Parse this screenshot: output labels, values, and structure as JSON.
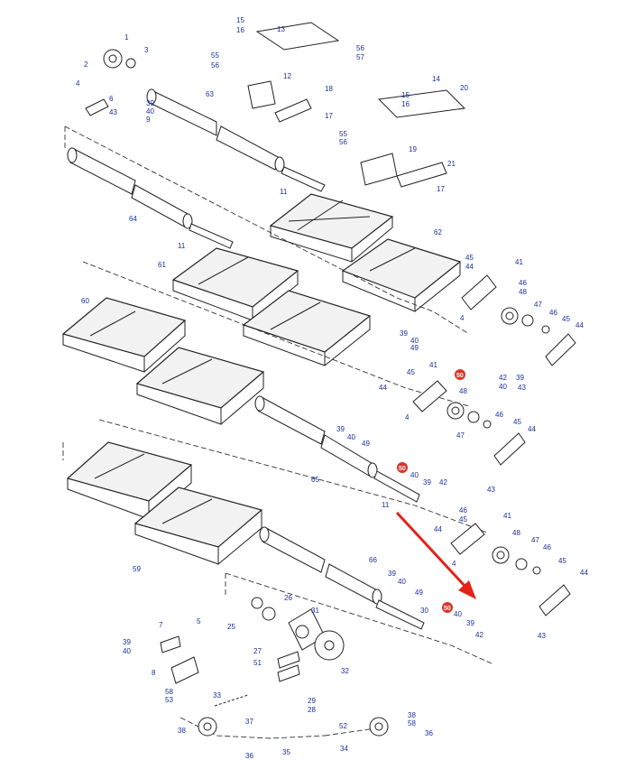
{
  "diagram": {
    "callouts": [
      {
        "label": "1"
      },
      {
        "label": "2"
      },
      {
        "label": "3"
      },
      {
        "label": "4"
      },
      {
        "label": "6"
      },
      {
        "label": "43"
      },
      {
        "label": "39"
      },
      {
        "label": "40"
      },
      {
        "label": "9"
      },
      {
        "label": "15"
      },
      {
        "label": "16"
      },
      {
        "label": "13"
      },
      {
        "label": "55"
      },
      {
        "label": "56"
      },
      {
        "label": "12"
      },
      {
        "label": "56"
      },
      {
        "label": "57"
      },
      {
        "label": "18"
      },
      {
        "label": "17"
      },
      {
        "label": "63"
      },
      {
        "label": "14"
      },
      {
        "label": "15"
      },
      {
        "label": "16"
      },
      {
        "label": "20"
      },
      {
        "label": "55"
      },
      {
        "label": "56"
      },
      {
        "label": "19"
      },
      {
        "label": "21"
      },
      {
        "label": "17"
      },
      {
        "label": "11"
      },
      {
        "label": "64"
      },
      {
        "label": "11"
      },
      {
        "label": "62"
      },
      {
        "label": "61"
      },
      {
        "label": "60"
      },
      {
        "label": "45"
      },
      {
        "label": "44"
      },
      {
        "label": "41"
      },
      {
        "label": "46"
      },
      {
        "label": "48"
      },
      {
        "label": "47"
      },
      {
        "label": "46"
      },
      {
        "label": "45"
      },
      {
        "label": "44"
      },
      {
        "label": "4"
      },
      {
        "label": "39"
      },
      {
        "label": "40"
      },
      {
        "label": "49"
      },
      {
        "label": "41"
      },
      {
        "label": "42"
      },
      {
        "label": "43"
      },
      {
        "label": "39"
      },
      {
        "label": "40"
      },
      {
        "label": "44"
      },
      {
        "label": "45"
      },
      {
        "label": "48"
      },
      {
        "label": "4"
      },
      {
        "label": "47"
      },
      {
        "label": "46"
      },
      {
        "label": "45"
      },
      {
        "label": "44"
      },
      {
        "label": "39"
      },
      {
        "label": "40"
      },
      {
        "label": "49"
      },
      {
        "label": "65"
      },
      {
        "label": "40"
      },
      {
        "label": "39"
      },
      {
        "label": "42"
      },
      {
        "label": "43"
      },
      {
        "label": "11"
      },
      {
        "label": "46"
      },
      {
        "label": "41"
      },
      {
        "label": "59"
      },
      {
        "label": "44"
      },
      {
        "label": "45"
      },
      {
        "label": "48"
      },
      {
        "label": "4"
      },
      {
        "label": "47"
      },
      {
        "label": "46"
      },
      {
        "label": "45"
      },
      {
        "label": "44"
      },
      {
        "label": "66"
      },
      {
        "label": "39"
      },
      {
        "label": "40"
      },
      {
        "label": "49"
      },
      {
        "label": "30"
      },
      {
        "label": "40"
      },
      {
        "label": "39"
      },
      {
        "label": "42"
      },
      {
        "label": "43"
      },
      {
        "label": "26"
      },
      {
        "label": "25"
      },
      {
        "label": "31"
      },
      {
        "label": "7"
      },
      {
        "label": "5"
      },
      {
        "label": "39"
      },
      {
        "label": "40"
      },
      {
        "label": "8"
      },
      {
        "label": "27"
      },
      {
        "label": "51"
      },
      {
        "label": "32"
      },
      {
        "label": "29"
      },
      {
        "label": "28"
      },
      {
        "label": "58"
      },
      {
        "label": "53"
      },
      {
        "label": "33"
      },
      {
        "label": "38"
      },
      {
        "label": "37"
      },
      {
        "label": "36"
      },
      {
        "label": "52"
      },
      {
        "label": "38"
      },
      {
        "label": "58"
      },
      {
        "label": "36"
      },
      {
        "label": "35"
      },
      {
        "label": "34"
      }
    ],
    "highlighted_callouts": [
      {
        "label": "50"
      },
      {
        "label": "50"
      },
      {
        "label": "50"
      }
    ],
    "colors": {
      "callout_text": "#1a2f9c",
      "highlight_badge": "#d9342b",
      "pointer_arrow": "#e2231a",
      "line_art": "#222222"
    }
  }
}
